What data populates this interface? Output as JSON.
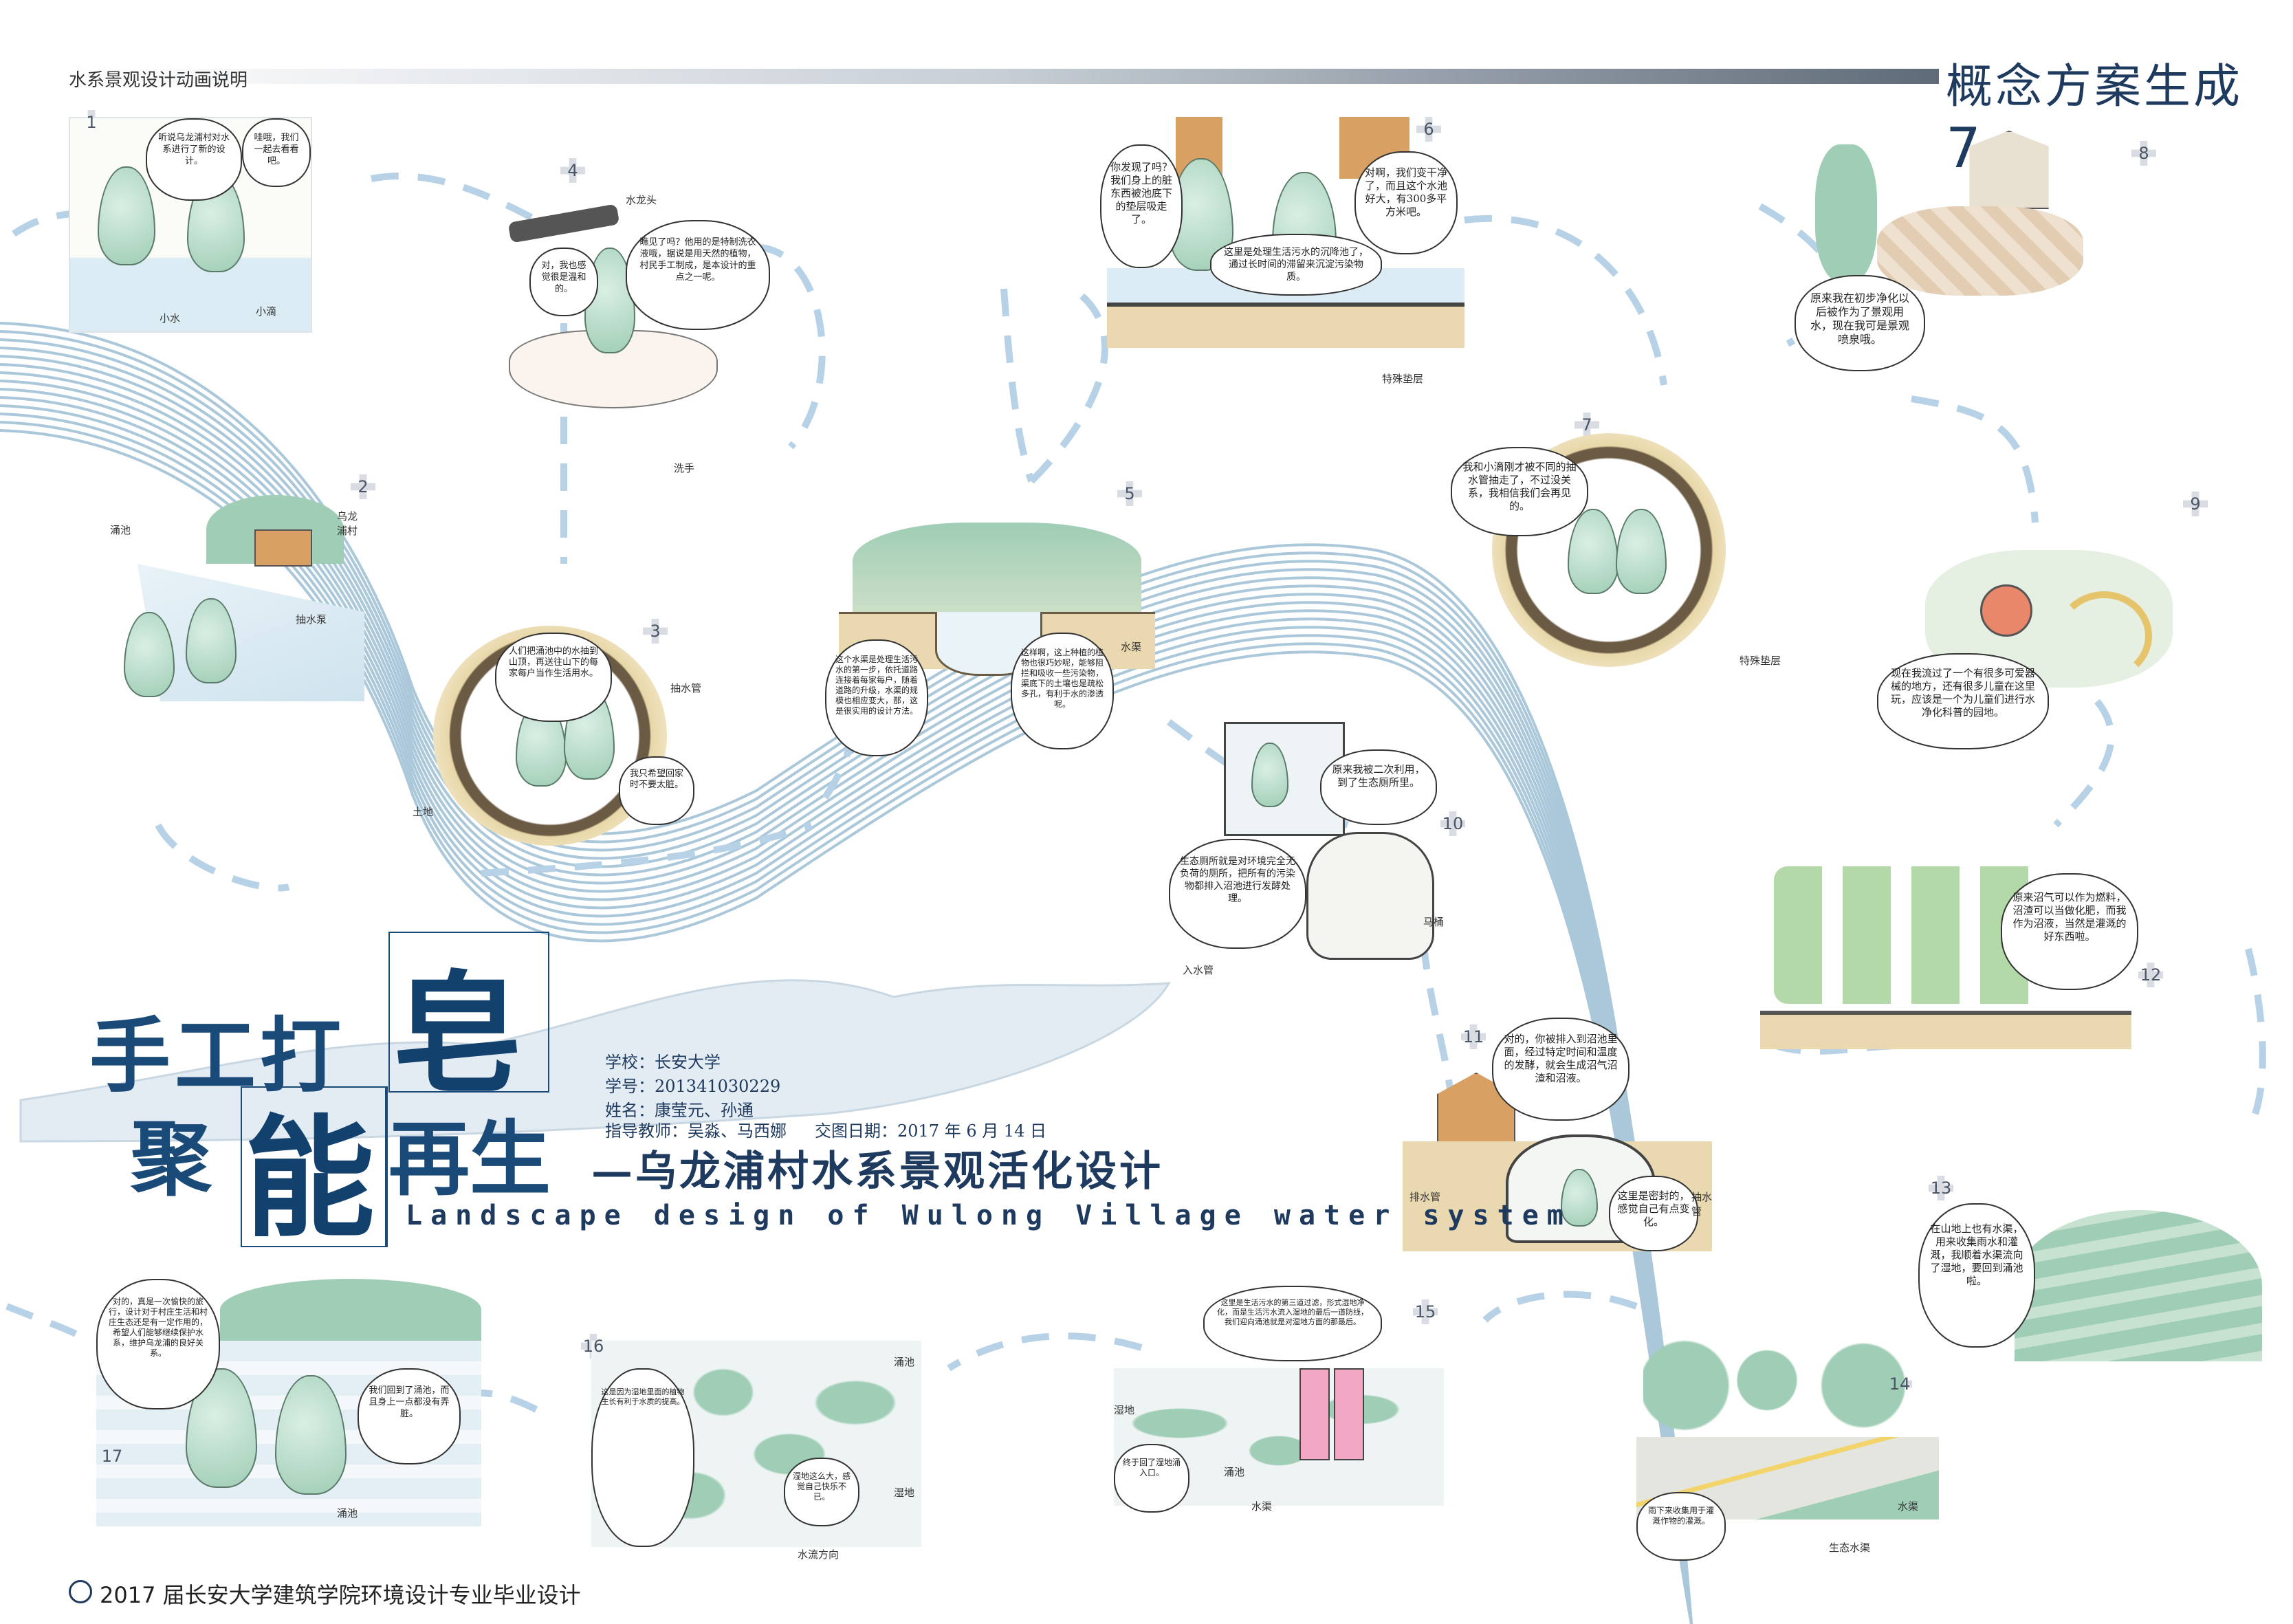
{
  "header": {
    "top_label": "水系景观设计动画说明",
    "concept_title": "概念方案生成",
    "page_number": "7"
  },
  "title": {
    "line1_a": "手工打",
    "line1_big": "皂",
    "line2_a": "聚",
    "line2_big": "能",
    "line2_b": "再生",
    "subtitle": "—乌龙浦村水系景观活化设计",
    "subtitle_en": "Landscape design of Wulong Village water system"
  },
  "info": {
    "school": "学校：长安大学",
    "student_id": "学号：2013410302​29",
    "names": "姓名：康莹元、孙通",
    "teachers": "指导教师：吴淼、马西娜",
    "date": "交图日期：2017 年 6 月 14 日"
  },
  "panels": [
    {
      "num": "1",
      "bubbles": [
        "听说乌龙浦村对水系进行了新的设计。",
        "哇哦，我们一起去看看吧。"
      ],
      "tags": [
        "小水",
        "小滴"
      ]
    },
    {
      "num": "2",
      "tags": [
        "乌龙浦村",
        "涌池",
        "抽水泵"
      ]
    },
    {
      "num": "3",
      "bubbles": [
        "人们把涌池中的水抽到山顶，再送往山下的每家每户当作生活用水。",
        "我只希望回家时不要太脏。"
      ],
      "tags": [
        "抽水管",
        "土地"
      ]
    },
    {
      "num": "4",
      "bubbles": [
        "瞧见了吗？他用的是特制洗衣液哦，据说是用天然的植物，村民手工制成，是本设计的重点之一呢。",
        "对，我也感觉很是温和的。"
      ],
      "tags": [
        "水龙头",
        "洗手"
      ]
    },
    {
      "num": "5",
      "bubbles": [
        "这个水渠是处理生活污水的第一步，依托道路连接着每家每户，随着道路的升级，水渠的规模也相应变大，那，这是很实用的设计方法。",
        "这样啊，这上种植的植物也很巧妙呢，能够阻拦和吸收一些污染物，渠底下的土壤也是疏松多孔，有利于水的渗透呢。"
      ],
      "tags": [
        "水渠"
      ]
    },
    {
      "num": "6",
      "bubbles": [
        "你发现了吗？我们身上的脏东西被池底下的垫层吸走了。",
        "对啊，我们变干净了，而且这个水池好大，有300多平方米吧。",
        "这里是处理生活污水的沉降池了，通过长时间的滞留来沉淀污染物质。"
      ],
      "tags": [
        "特殊垫层"
      ]
    },
    {
      "num": "7",
      "bubbles": [
        "我和小滴刚才被不同的抽水管抽走了，不过没关系，我相信我们会再见的。"
      ],
      "tags": [
        "特殊垫层"
      ]
    },
    {
      "num": "8",
      "bubbles": [
        "原来我在初步净化以后被作为了景观用水，现在我可是景观喷泉哦。"
      ]
    },
    {
      "num": "9",
      "bubbles": [
        "现在我流过了一个有很多可爱器械的地方，还有很多儿童在这里玩，应该是一个为儿童们进行水净化科普的园地。"
      ]
    },
    {
      "num": "10",
      "bubbles": [
        "原来我被二次利用，到了生态厕所里。",
        "生态厕所就是对环境完全无负荷的厕所，把所有的污染物都排入沼池进行发酵处理。"
      ],
      "tags": [
        "马桶",
        "入水管"
      ]
    },
    {
      "num": "11",
      "bubbles": [
        "对的，你被排入到沼池里面，经过特定时间和温度的发酵，就会生成沼气沼渣和沼液。",
        "这里是密封的，感觉自己有点变化。"
      ],
      "tags": [
        "排水管",
        "抽水管"
      ]
    },
    {
      "num": "12",
      "bubbles": [
        "原来沼气可以作为燃料，沼渣可以当做化肥，而我作为沼液，当然是灌溉的好东西啦。"
      ]
    },
    {
      "num": "13",
      "bubbles": [
        "在山地上也有水渠，用来收集雨水和灌溉，我顺着水渠流向了湿地，要回到涌池啦。"
      ]
    },
    {
      "num": "14",
      "bubbles": [
        "雨下来收集用于灌溉作物的灌溉。"
      ],
      "tags": [
        "水渠",
        "生态水渠"
      ]
    },
    {
      "num": "15",
      "bubbles": [
        "这里是生活污水的第三道过滤，形式湿地净化，而是生活污水流入湿地的最后一道防线，我们迎向涌池就是对湿地方面的那最后。",
        "终于回了湿地涌入口。"
      ],
      "tags": [
        "湿地",
        "涌池",
        "水渠"
      ]
    },
    {
      "num": "16",
      "bubbles": [
        "这是因为湿地里面的植物生长有利于水质的提高。",
        "湿地这么大，感觉自己快乐不已。"
      ],
      "tags": [
        "涌池",
        "湿地",
        "水流方向"
      ]
    },
    {
      "num": "17",
      "bubbles": [
        "对的，真是一次愉快的旅行，设计对于村庄生活和村庄生态还是有一定作用的，希望人们能够继续保护水系，维护乌龙浦的良好关系。",
        "我们回到了涌池，而且身上一点都没有弄脏。"
      ],
      "tags": [
        "涌池"
      ]
    }
  ],
  "footer": {
    "text": "2017 届长安大学建筑学院环境设计专业毕业设计"
  },
  "colors": {
    "water_line": "#aac8da",
    "dash": "#b7d2e6",
    "title_blue": "#1a4a78",
    "char_green": "#9fcdb5"
  }
}
